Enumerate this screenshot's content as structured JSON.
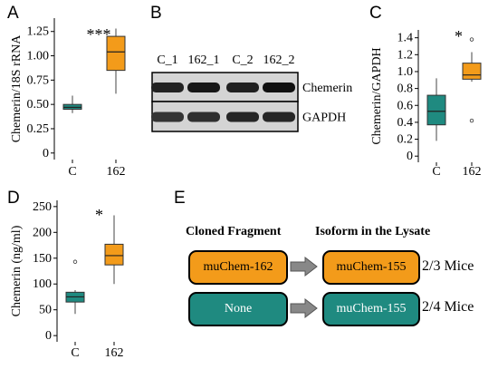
{
  "colors": {
    "teal": "#1f8a80",
    "orange": "#f39b1a",
    "orange_fill": "#f0991d",
    "grey": "#878787"
  },
  "panel_labels": {
    "a": "A",
    "b": "B",
    "c": "C",
    "d": "D",
    "e": "E"
  },
  "panel_e": {
    "header_left": "Cloned Fragment",
    "header_right": "Isoform in the Lysate",
    "rows": [
      {
        "fragment": "muChem-162",
        "isoform": "muChem-155",
        "result": "2/3 Mice",
        "fragment_color": "orange"
      },
      {
        "fragment": "None",
        "isoform": "muChem-155",
        "result": "2/4 Mice",
        "fragment_color": "teal"
      }
    ]
  },
  "panel_b": {
    "lanes": [
      "C_1",
      "162_1",
      "C_2",
      "162_2"
    ],
    "bands": [
      {
        "label": "Chemerin",
        "intensity": [
          0.78,
          0.88,
          0.8,
          0.95
        ]
      },
      {
        "label": "GAPDH",
        "intensity": [
          0.62,
          0.66,
          0.75,
          0.75
        ]
      }
    ]
  },
  "chart_data": [
    {
      "type": "box",
      "panel": "A",
      "ylabel": "Chemerin/18S rRNA",
      "categories": [
        "C",
        "162"
      ],
      "yticks": [
        "0",
        "0.25",
        "0.50",
        "0.75",
        "1.00",
        "1.25"
      ],
      "ylim": [
        -0.03,
        1.35
      ],
      "significance": "***",
      "boxes": [
        {
          "min": 0.41,
          "q1": 0.45,
          "median": 0.47,
          "q3": 0.5,
          "max": 0.59,
          "outliers": [],
          "color": "teal"
        },
        {
          "min": 0.61,
          "q1": 0.85,
          "median": 1.04,
          "q3": 1.2,
          "max": 1.28,
          "outliers": [],
          "color": "orange"
        }
      ]
    },
    {
      "type": "box",
      "panel": "C",
      "ylabel": "Chemerin/GAPDH",
      "categories": [
        "C",
        "162"
      ],
      "yticks": [
        "0",
        "0.2",
        "0.4",
        "0.6",
        "0.8",
        "1.0",
        "1.2",
        "1.4"
      ],
      "ylim": [
        -0.03,
        1.45
      ],
      "significance": "*",
      "boxes": [
        {
          "min": 0.18,
          "q1": 0.37,
          "median": 0.53,
          "q3": 0.72,
          "max": 0.92,
          "outliers": [],
          "color": "teal"
        },
        {
          "min": 0.88,
          "q1": 0.91,
          "median": 0.96,
          "q3": 1.1,
          "max": 1.23,
          "outliers": [
            1.38,
            0.42
          ],
          "color": "orange"
        }
      ]
    },
    {
      "type": "box",
      "panel": "D",
      "ylabel": "Chemerin (ng/ml)",
      "categories": [
        "C",
        "162"
      ],
      "yticks": [
        "0",
        "50",
        "100",
        "150",
        "200",
        "250"
      ],
      "ylim": [
        -5,
        255
      ],
      "significance": "*",
      "boxes": [
        {
          "min": 42,
          "q1": 65,
          "median": 75,
          "q3": 84,
          "max": 88,
          "outliers": [
            143
          ],
          "color": "teal"
        },
        {
          "min": 100,
          "q1": 137,
          "median": 155,
          "q3": 177,
          "max": 233,
          "outliers": [],
          "color": "orange"
        }
      ]
    }
  ]
}
